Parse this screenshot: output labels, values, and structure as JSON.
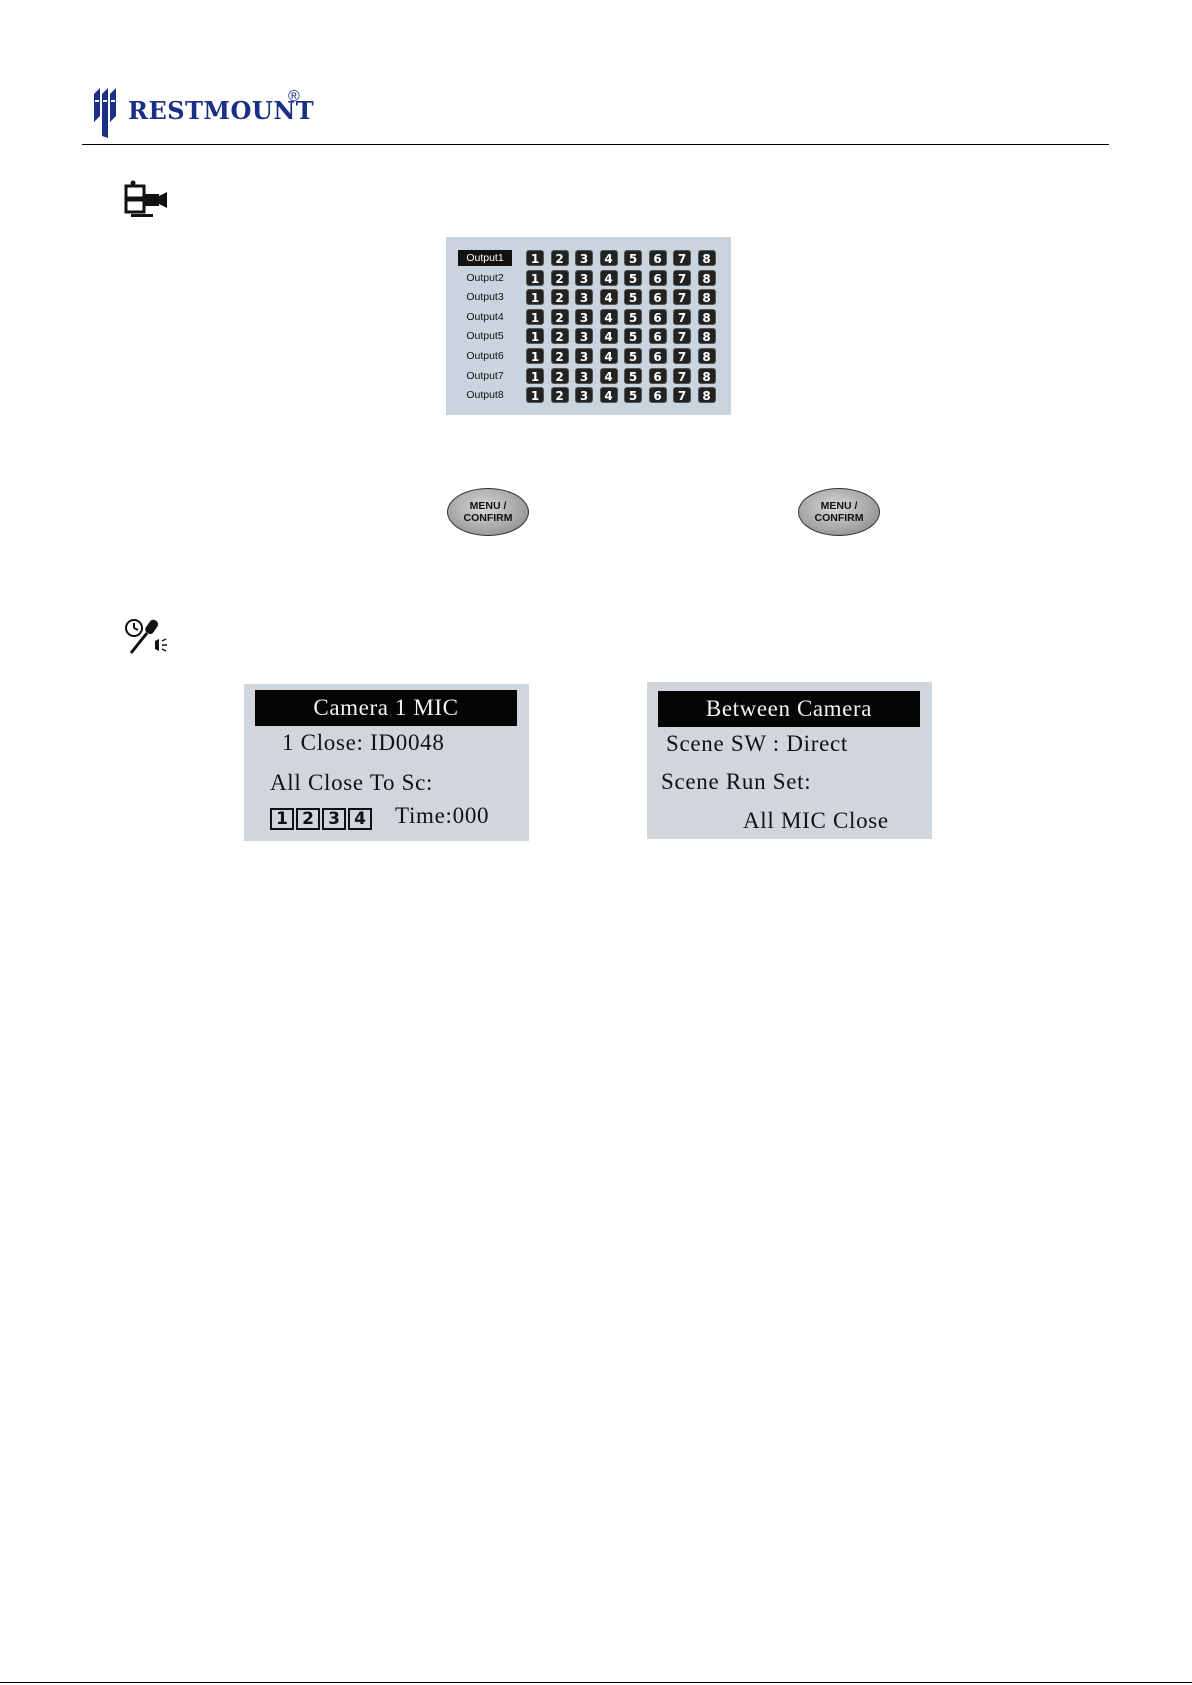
{
  "header": {
    "brand": "RESTMOUNT",
    "registered": "®"
  },
  "matrix": {
    "rows": [
      "Output1",
      "Output2",
      "Output3",
      "Output4",
      "Output5",
      "Output6",
      "Output7",
      "Output8"
    ],
    "inputs": [
      "1",
      "2",
      "3",
      "4",
      "5",
      "6",
      "7",
      "8"
    ],
    "selected_row": "Output1"
  },
  "buttons": [
    {
      "line1": "MENU /",
      "line2": "CONFIRM"
    },
    {
      "line1": "MENU /",
      "line2": "CONFIRM"
    }
  ],
  "screen_mic": {
    "title": "Camera 1 MIC",
    "line1": "1 Close: ID0048",
    "line2": "All Close To Sc:",
    "boxes": [
      "1",
      "2",
      "3",
      "4"
    ],
    "time": "Time:000"
  },
  "screen_between": {
    "title": "Between Camera",
    "line1": "Scene SW : Direct",
    "line2": "Scene Run Set:",
    "line3": "All MIC Close"
  },
  "icons": {
    "section1": "camera-matrix-icon",
    "section2": "timer-microphone-icon"
  }
}
